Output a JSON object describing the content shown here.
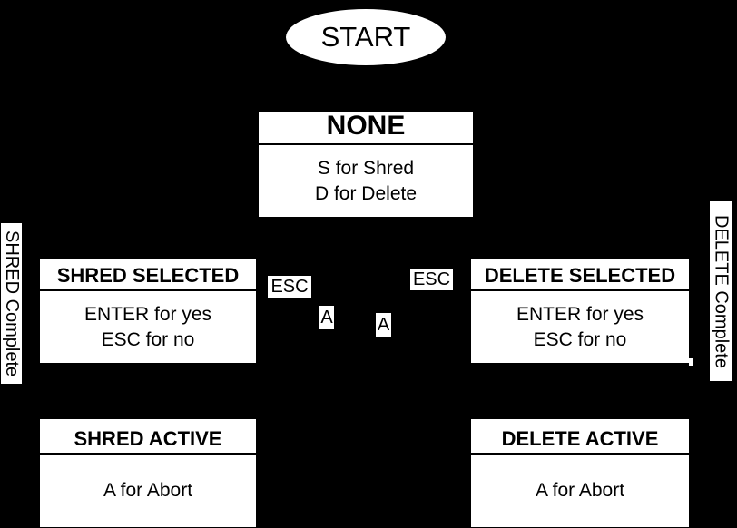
{
  "diagram": {
    "title": "shred-delete-state-machine",
    "colors": {
      "background": "#000000",
      "node_fill": "#ffffff",
      "node_text": "#000000"
    },
    "start": {
      "label": "START"
    },
    "states": [
      {
        "id": "none",
        "title": "NONE",
        "lines": [
          "S for Shred",
          "D for Delete"
        ]
      },
      {
        "id": "shred-selected",
        "title": "SHRED SELECTED",
        "lines": [
          "ENTER for yes",
          "ESC for no"
        ]
      },
      {
        "id": "delete-selected",
        "title": "DELETE SELECTED",
        "lines": [
          "ENTER for yes",
          "ESC for no"
        ]
      },
      {
        "id": "shred-active",
        "title": "SHRED ACTIVE",
        "lines": [
          "A for Abort"
        ]
      },
      {
        "id": "delete-active",
        "title": "DELETE ACTIVE",
        "lines": [
          "A for Abort"
        ]
      }
    ],
    "side_labels": [
      {
        "id": "shred-complete",
        "text": "SHRED Complete"
      },
      {
        "id": "delete-complete",
        "text": "DELETE Complete"
      }
    ],
    "edge_labels": [
      {
        "id": "esc-left",
        "text": "ESC"
      },
      {
        "id": "esc-right",
        "text": "ESC"
      },
      {
        "id": "a-left",
        "text": "A"
      },
      {
        "id": "a-right",
        "text": "A"
      }
    ]
  }
}
